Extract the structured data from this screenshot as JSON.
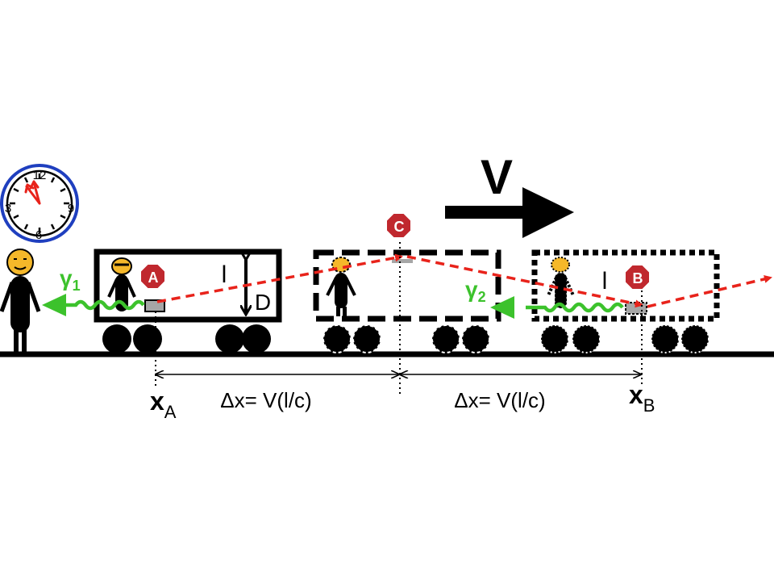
{
  "diagram": {
    "velocity_label": "V",
    "clock": {
      "numbers": [
        "12",
        "3",
        "6",
        "9"
      ],
      "hand_color": "#e8231b",
      "face_color": "#1f3fbf"
    },
    "photons": [
      {
        "symbol": "γ",
        "subscript": "1"
      },
      {
        "symbol": "γ",
        "subscript": "2"
      }
    ],
    "event_markers": [
      "A",
      "C",
      "B"
    ],
    "wagon_labels": {
      "length_1": "l",
      "height": "D",
      "length_3": "l"
    },
    "positions": {
      "x_a": {
        "symbol": "x",
        "subscript": "A"
      },
      "x_b": {
        "symbol": "x",
        "subscript": "B"
      }
    },
    "intervals": [
      {
        "text": "Δx= V(l/c)"
      },
      {
        "text": "Δx= V(l/c)"
      }
    ],
    "colors": {
      "light_ray": "#e8231b",
      "photon": "#3cc22c",
      "marker": "#c0282e",
      "observer_face": "#f5b82a"
    }
  }
}
